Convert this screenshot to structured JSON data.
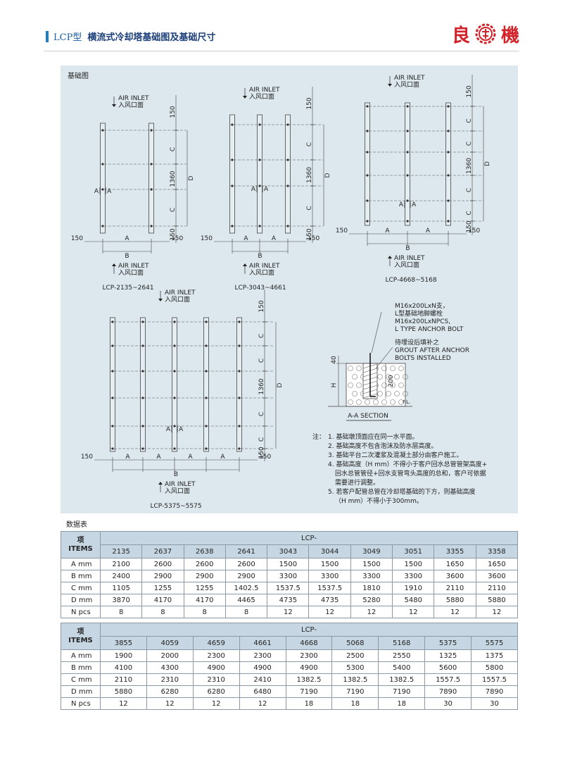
{
  "header": {
    "model": "LCP型",
    "title": "横流式冷却塔基础图及基础尺寸",
    "brand_left": "良",
    "brand_right": "機",
    "accent": "#1f7fc4",
    "brand_color": "#d2232a",
    "logo_icon": "gear-logo-icon"
  },
  "drawing": {
    "section_title": "基础图",
    "air_inlet_en": "AIR INLET",
    "air_inlet_cn": "入风口面",
    "dims": {
      "d150": "150",
      "d1360": "1360",
      "A": "A",
      "B": "B",
      "C": "C",
      "D": "D"
    },
    "layouts": [
      {
        "name": "LCP-2135~2641"
      },
      {
        "name": "LCP-3043~4661"
      },
      {
        "name": "LCP-4668~5168"
      },
      {
        "name": "LCP-5375~5575"
      }
    ],
    "section": {
      "bolt_cn": "M16x200LxN支，",
      "bolt_cn2": "L型基础地脚螺栓",
      "bolt_en": "M16x200LxNPCS,",
      "bolt_en2": "L TYPE ANCHOR BOLT",
      "grout_cn": "待埋设后填补之",
      "grout_en": "GROUT AFTER ANCHOR",
      "grout_en2": "BOLTS INSTALLED",
      "dim_40": "40",
      "dim_H": "H",
      "dim_200": "200",
      "fl": "F.L.",
      "title": "A-A SECTION"
    },
    "notes_label": "注：",
    "notes": [
      "1. 基础墩顶面应在同一水平面。",
      "2. 基础高度不包含泡沫及防水层高度。",
      "3. 基础平台二次灌浆及混凝土部分由客户施工。",
      "4. 基础高度（H mm）不得小于客户回水总管管架高度+",
      "回水总管管径+回水支管弯头高度的总和，客户可依据",
      "需要进行调整。",
      "5. 若客户配管总管在冷却塔基础的下方，则基础高度",
      "（H mm）不得小于300mm。"
    ]
  },
  "tables": {
    "title": "数据表",
    "item_cn": "项",
    "item_en": "ITEMS",
    "lcp": "LCP-",
    "table1": {
      "models": [
        "2135",
        "2637",
        "2638",
        "2641",
        "3043",
        "3044",
        "3049",
        "3051",
        "3355",
        "3358"
      ],
      "rows": [
        {
          "label": "A mm",
          "values": [
            "2100",
            "2600",
            "2600",
            "2600",
            "1500",
            "1500",
            "1500",
            "1500",
            "1650",
            "1650"
          ]
        },
        {
          "label": "B mm",
          "values": [
            "2400",
            "2900",
            "2900",
            "2900",
            "3300",
            "3300",
            "3300",
            "3300",
            "3600",
            "3600"
          ]
        },
        {
          "label": "C mm",
          "values": [
            "1105",
            "1255",
            "1255",
            "1402.5",
            "1537.5",
            "1537.5",
            "1810",
            "1910",
            "2110",
            "2110"
          ]
        },
        {
          "label": "D mm",
          "values": [
            "3870",
            "4170",
            "4170",
            "4465",
            "4735",
            "4735",
            "5280",
            "5480",
            "5880",
            "5880"
          ]
        },
        {
          "label": "N pcs",
          "values": [
            "8",
            "8",
            "8",
            "8",
            "12",
            "12",
            "12",
            "12",
            "12",
            "12"
          ]
        }
      ]
    },
    "table2": {
      "models": [
        "3855",
        "4059",
        "4659",
        "4661",
        "4668",
        "5068",
        "5168",
        "5375",
        "5575"
      ],
      "rows": [
        {
          "label": "A mm",
          "values": [
            "1900",
            "2000",
            "2300",
            "2300",
            "2300",
            "2500",
            "2550",
            "1325",
            "1375"
          ]
        },
        {
          "label": "B mm",
          "values": [
            "4100",
            "4300",
            "4900",
            "4900",
            "4900",
            "5300",
            "5400",
            "5600",
            "5800"
          ]
        },
        {
          "label": "C mm",
          "values": [
            "2110",
            "2310",
            "2310",
            "2410",
            "1382.5",
            "1382.5",
            "1382.5",
            "1557.5",
            "1557.5"
          ]
        },
        {
          "label": "D mm",
          "values": [
            "5880",
            "6280",
            "6280",
            "6480",
            "7190",
            "7190",
            "7190",
            "7890",
            "7890"
          ]
        },
        {
          "label": "N pcs",
          "values": [
            "12",
            "12",
            "12",
            "12",
            "18",
            "18",
            "18",
            "30",
            "30"
          ]
        }
      ]
    }
  }
}
